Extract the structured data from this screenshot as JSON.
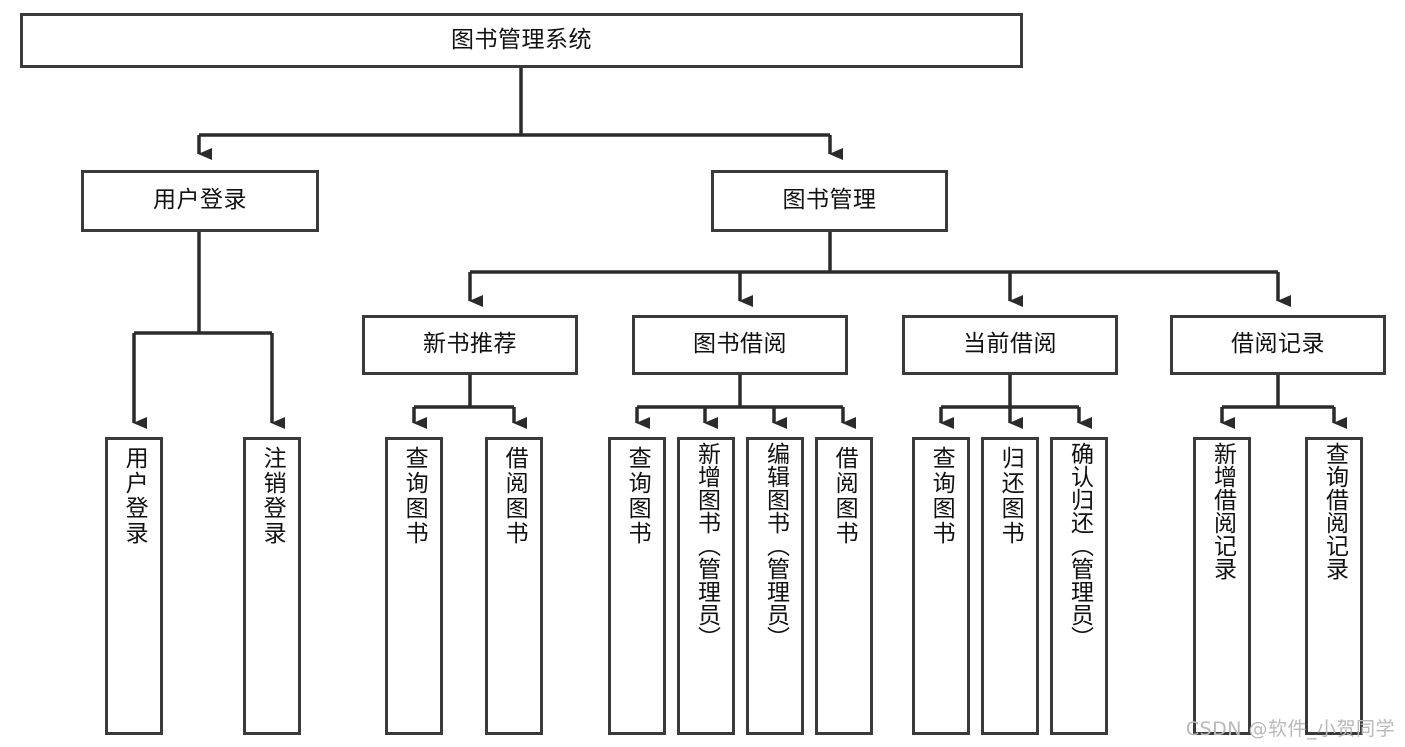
{
  "diagram": {
    "title": "图书管理系统",
    "type": "functional-structure-tree",
    "watermark": "CSDN @软件_小贺同学",
    "colors": {
      "background": "#ffffff",
      "box_border": "#3a3a3a",
      "box_fill": "#ffffff",
      "connector": "#2b2b2b",
      "text": "#111111",
      "watermark_text": "#b9b9b9"
    },
    "levels": {
      "root": "图书管理系统",
      "level2": [
        "用户登录",
        "图书管理"
      ],
      "level3": [
        "新书推荐",
        "图书借阅",
        "当前借阅",
        "借阅记录"
      ]
    },
    "nodes": {
      "root": {
        "id": "root",
        "label": "图书管理系统",
        "orientation": "horizontal"
      },
      "n_user_login": {
        "id": "n_user_login",
        "label": "用户登录",
        "orientation": "horizontal"
      },
      "n_book_mgmt": {
        "id": "n_book_mgmt",
        "label": "图书管理",
        "orientation": "horizontal"
      },
      "n_new_book_rec": {
        "id": "n_new_book_rec",
        "label": "新书推荐",
        "orientation": "horizontal"
      },
      "n_book_borrow": {
        "id": "n_book_borrow",
        "label": "图书借阅",
        "orientation": "horizontal"
      },
      "n_current_borrow": {
        "id": "n_current_borrow",
        "label": "当前借阅",
        "orientation": "horizontal"
      },
      "n_borrow_record": {
        "id": "n_borrow_record",
        "label": "借阅记录",
        "orientation": "horizontal"
      },
      "l_user_login": {
        "id": "l_user_login",
        "label": "用户登录",
        "orientation": "vertical"
      },
      "l_user_logout": {
        "id": "l_user_logout",
        "label": "注销登录",
        "orientation": "vertical"
      },
      "l_rec_query": {
        "id": "l_rec_query",
        "label": "查询图书",
        "orientation": "vertical"
      },
      "l_rec_borrow": {
        "id": "l_rec_borrow",
        "label": "借阅图书",
        "orientation": "vertical"
      },
      "l_borrow_query": {
        "id": "l_borrow_query",
        "label": "查询图书",
        "orientation": "vertical"
      },
      "l_borrow_add": {
        "id": "l_borrow_add",
        "label": "新增图书（管理员）",
        "orientation": "vertical"
      },
      "l_borrow_edit": {
        "id": "l_borrow_edit",
        "label": "编辑图书（管理员）",
        "orientation": "vertical"
      },
      "l_borrow_lend": {
        "id": "l_borrow_lend",
        "label": "借阅图书",
        "orientation": "vertical"
      },
      "l_cur_query": {
        "id": "l_cur_query",
        "label": "查询图书",
        "orientation": "vertical"
      },
      "l_cur_return": {
        "id": "l_cur_return",
        "label": "归还图书",
        "orientation": "vertical"
      },
      "l_cur_confirm": {
        "id": "l_cur_confirm",
        "label": "确认归还（管理员）",
        "orientation": "vertical"
      },
      "l_rec_add": {
        "id": "l_rec_add",
        "label": "新增借阅记录",
        "orientation": "vertical"
      },
      "l_rec_search": {
        "id": "l_rec_search",
        "label": "查询借阅记录",
        "orientation": "vertical"
      }
    },
    "edges": [
      {
        "from": "root",
        "to": "n_user_login"
      },
      {
        "from": "root",
        "to": "n_book_mgmt"
      },
      {
        "from": "n_user_login",
        "to": "l_user_login"
      },
      {
        "from": "n_user_login",
        "to": "l_user_logout"
      },
      {
        "from": "n_book_mgmt",
        "to": "n_new_book_rec"
      },
      {
        "from": "n_book_mgmt",
        "to": "n_book_borrow"
      },
      {
        "from": "n_book_mgmt",
        "to": "n_current_borrow"
      },
      {
        "from": "n_book_mgmt",
        "to": "n_borrow_record"
      },
      {
        "from": "n_new_book_rec",
        "to": "l_rec_query"
      },
      {
        "from": "n_new_book_rec",
        "to": "l_rec_borrow"
      },
      {
        "from": "n_book_borrow",
        "to": "l_borrow_query"
      },
      {
        "from": "n_book_borrow",
        "to": "l_borrow_add"
      },
      {
        "from": "n_book_borrow",
        "to": "l_borrow_edit"
      },
      {
        "from": "n_book_borrow",
        "to": "l_borrow_lend"
      },
      {
        "from": "n_current_borrow",
        "to": "l_cur_query"
      },
      {
        "from": "n_current_borrow",
        "to": "l_cur_return"
      },
      {
        "from": "n_current_borrow",
        "to": "l_cur_confirm"
      },
      {
        "from": "n_borrow_record",
        "to": "l_rec_add"
      },
      {
        "from": "n_borrow_record",
        "to": "l_rec_search"
      }
    ]
  }
}
